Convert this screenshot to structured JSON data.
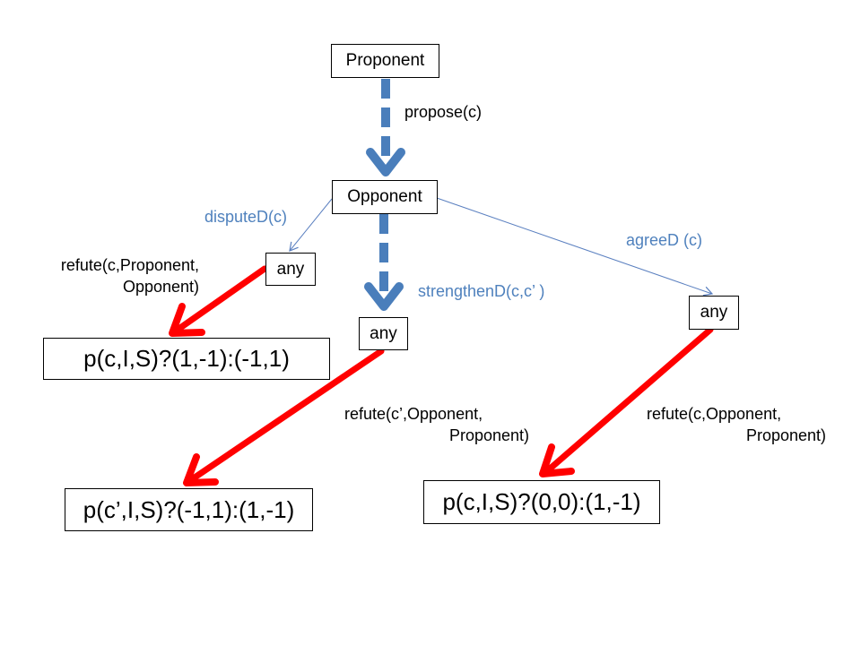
{
  "colors": {
    "blue_arrow": "#4a7ebb",
    "thin_arrow": "#5b80c0",
    "red_arrow": "#ff0000",
    "blue_label": "#4f81bd",
    "box_border": "#000000"
  },
  "nodes": {
    "proponent": "Proponent",
    "opponent": "Opponent",
    "any_left": "any",
    "any_middle": "any",
    "any_right": "any",
    "outcome_left": "p(c,I,S)?(1,-1):(-1,1)",
    "outcome_middle": "p(c’,I,S)?(-1,1):(1,-1)",
    "outcome_right": "p(c,I,S)?(0,0):(1,-1)"
  },
  "edges": {
    "propose": "propose(c)",
    "dispute": "disputeD(c)",
    "strengthen": "strengthenD(c,c’ )",
    "agree": "agreeD (c)",
    "refute_left": [
      "refute(c,Proponent,",
      "Opponent)"
    ],
    "refute_middle": [
      "refute(c’,Opponent,",
      "Proponent)"
    ],
    "refute_right": [
      "refute(c,Opponent,",
      "Proponent)"
    ]
  }
}
